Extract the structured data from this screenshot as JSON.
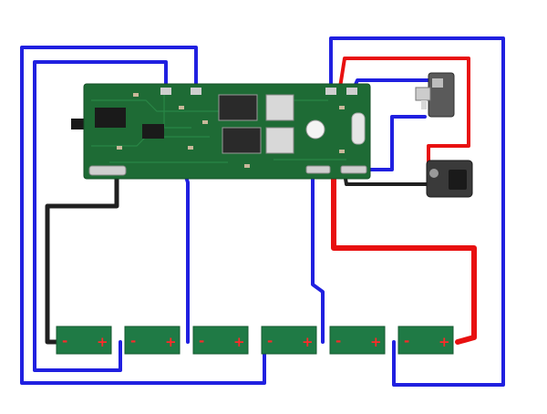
{
  "diagram": {
    "wire_colors": {
      "blue": "#2020e0",
      "red": "#e81010",
      "black": "#202020"
    },
    "board_color": "#1e6b35",
    "cell_color": "#1f7a45",
    "cells": [
      {
        "minus": "-",
        "plus": "+"
      },
      {
        "minus": "-",
        "plus": "+"
      },
      {
        "minus": "-",
        "plus": "+"
      },
      {
        "minus": "-",
        "plus": "+"
      },
      {
        "minus": "-",
        "plus": "+"
      },
      {
        "minus": "-",
        "plus": "+"
      }
    ],
    "components": [
      "pcb-board",
      "micro-switch",
      "dc-jack",
      "battery-cells"
    ]
  }
}
